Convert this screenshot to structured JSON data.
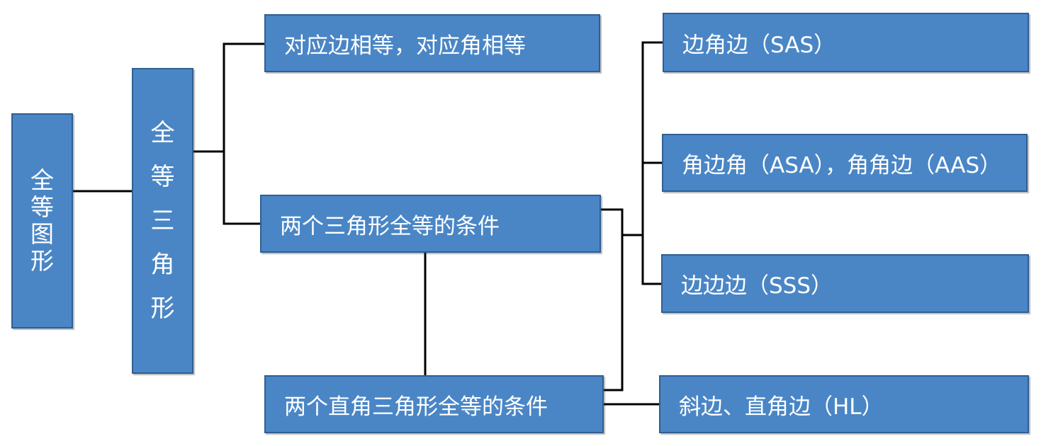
{
  "colors": {
    "box_fill": "#4a86c6",
    "box_border": "#2e5f93",
    "text": "#ffffff",
    "connector": "#000000"
  },
  "nodes": {
    "root": "全等图形",
    "triangle": "全等三角形",
    "corresponding": "对应边相等，对应角相等",
    "conditions": "两个三角形全等的条件",
    "right_conditions": "两个直角三角形全等的条件",
    "sas": "边角边（SAS）",
    "asa_aas": "角边角（ASA），角角边（AAS）",
    "sss": "边边边（SSS）",
    "hl": "斜边、直角边（HL）"
  }
}
